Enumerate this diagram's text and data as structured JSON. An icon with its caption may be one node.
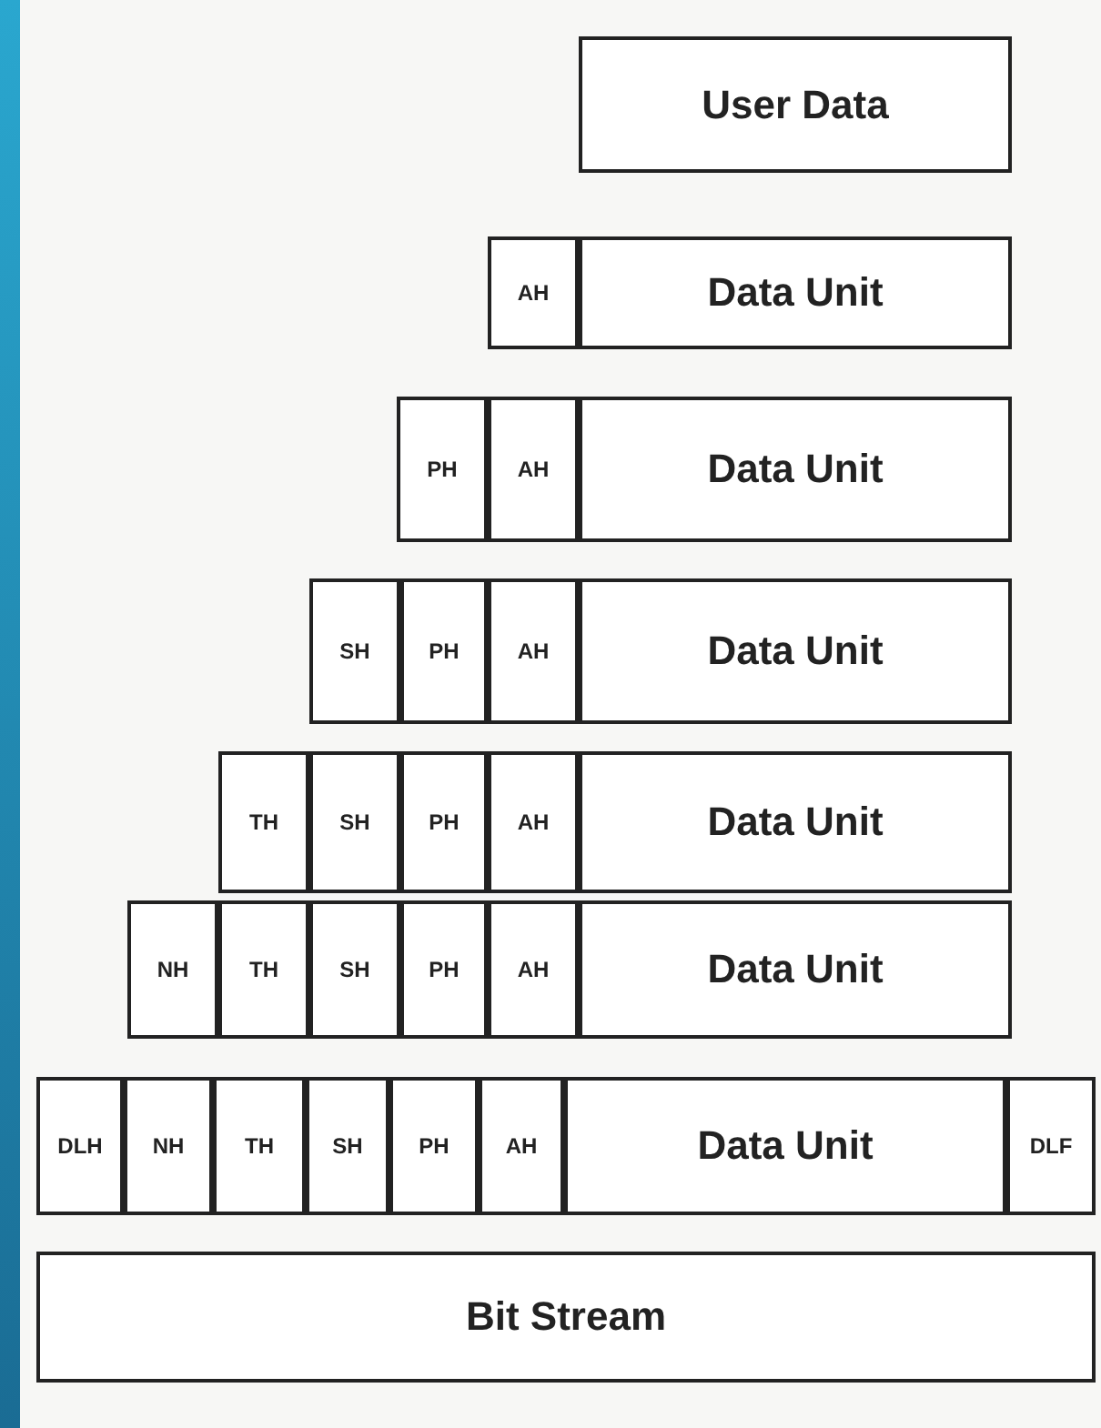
{
  "diagram": {
    "nodes": [
      {
        "text": [
          "User Data"
        ]
      },
      {
        "text": [
          "AH"
        ]
      },
      {
        "text": [
          "Data Unit"
        ]
      },
      {
        "text": [
          "PH"
        ]
      },
      {
        "text": [
          "AH"
        ]
      },
      {
        "text": [
          "Data Unit"
        ]
      },
      {
        "text": [
          "SH"
        ]
      },
      {
        "text": [
          "PH"
        ]
      },
      {
        "text": [
          "AH"
        ]
      },
      {
        "text": [
          "Data Unit"
        ]
      },
      {
        "text": [
          "TH"
        ]
      },
      {
        "text": [
          "SH"
        ]
      },
      {
        "text": [
          "PH"
        ]
      },
      {
        "text": [
          "AH"
        ]
      },
      {
        "text": [
          "Data Unit"
        ]
      },
      {
        "text": [
          "NH"
        ]
      },
      {
        "text": [
          "TH"
        ]
      },
      {
        "text": [
          "SH"
        ]
      },
      {
        "text": [
          "PH"
        ]
      },
      {
        "text": [
          "AH"
        ]
      },
      {
        "text": [
          "Data Unit"
        ]
      },
      {
        "text": [
          "DLH"
        ]
      },
      {
        "text": [
          "NH"
        ]
      },
      {
        "text": [
          "TH"
        ]
      },
      {
        "text": [
          "SH"
        ]
      },
      {
        "text": [
          "PH"
        ]
      },
      {
        "text": [
          "AH"
        ]
      },
      {
        "text": [
          "Data Unit"
        ]
      },
      {
        "text": [
          "DLF"
        ]
      },
      {
        "text": [
          "Bit Stream"
        ]
      }
    ]
  }
}
